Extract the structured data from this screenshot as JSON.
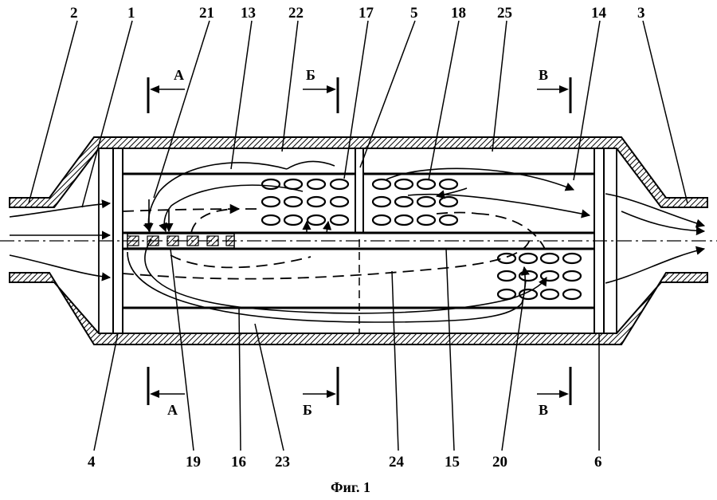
{
  "caption": "Фиг. 1",
  "part_labels": {
    "p1": "1",
    "p2": "2",
    "p3": "3",
    "p4": "4",
    "p5": "5",
    "p6": "6",
    "p13": "13",
    "p14": "14",
    "p15": "15",
    "p16": "16",
    "p17": "17",
    "p18": "18",
    "p19": "19",
    "p20": "20",
    "p21": "21",
    "p22": "22",
    "p23": "23",
    "p24": "24",
    "p25": "25"
  },
  "section_marks": {
    "a": "А",
    "b": "Б",
    "v": "В"
  }
}
